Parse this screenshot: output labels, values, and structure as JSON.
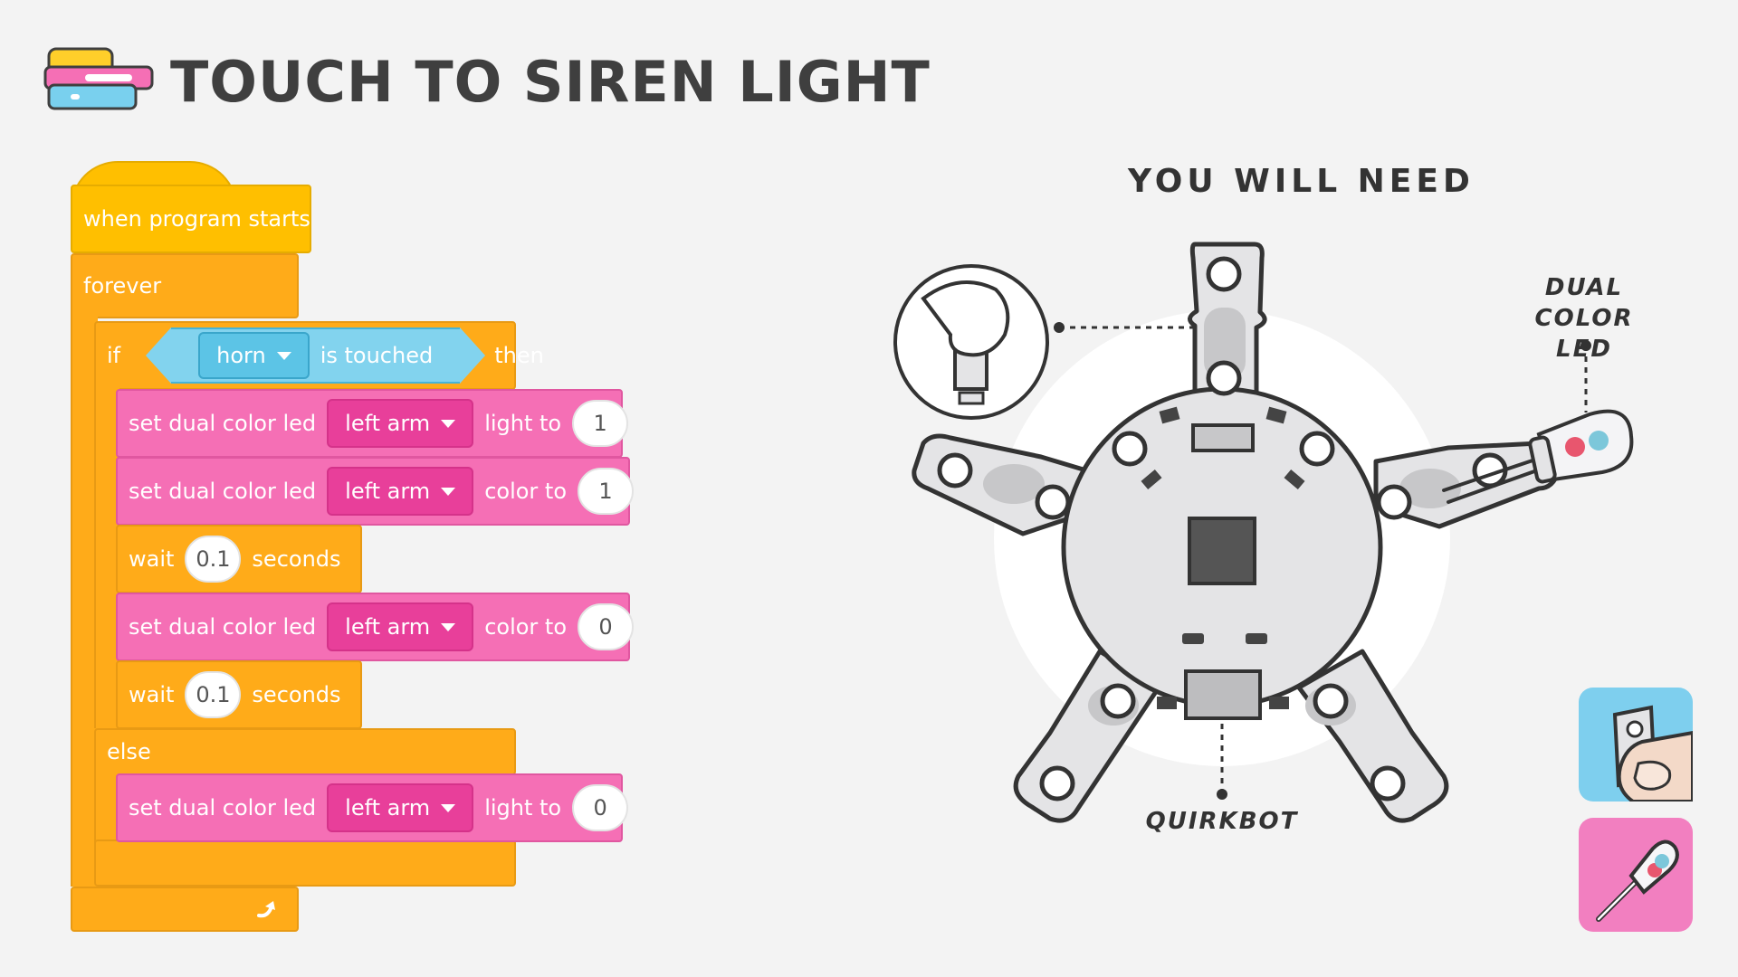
{
  "title": "TOUCH TO SIREN LIGHT",
  "colors": {
    "event": "#ffbf00",
    "control": "#ffab19",
    "led": "#f56fb5",
    "sensor": "#82d3ee",
    "text": "#3f3f3f"
  },
  "program": {
    "hat": "when program starts",
    "forever": "forever",
    "if_label": "if",
    "then_label": "then",
    "else_label": "else",
    "condition": {
      "dropdown": "horn",
      "text": "is touched"
    },
    "blocks": [
      {
        "label": "set dual color led",
        "target": "left arm",
        "action": "light to",
        "value": "1"
      },
      {
        "label": "set dual color led",
        "target": "left arm",
        "action": "color to",
        "value": "1"
      },
      {
        "label": "wait",
        "value": "0.1",
        "unit": "seconds"
      },
      {
        "label": "set dual color led",
        "target": "left arm",
        "action": "color to",
        "value": "0"
      },
      {
        "label": "wait",
        "value": "0.1",
        "unit": "seconds"
      }
    ],
    "else_block": {
      "label": "set dual color led",
      "target": "left arm",
      "action": "light to",
      "value": "0"
    }
  },
  "need": {
    "title": "YOU WILL NEED",
    "led_label_line1": "DUAL",
    "led_label_line2": "COLOR LED",
    "board_label": "QUIRKBOT"
  },
  "icons": [
    "quirkbot-logo-icon",
    "loop-arrow-icon",
    "touch-horn-icon",
    "dual-led-icon"
  ]
}
